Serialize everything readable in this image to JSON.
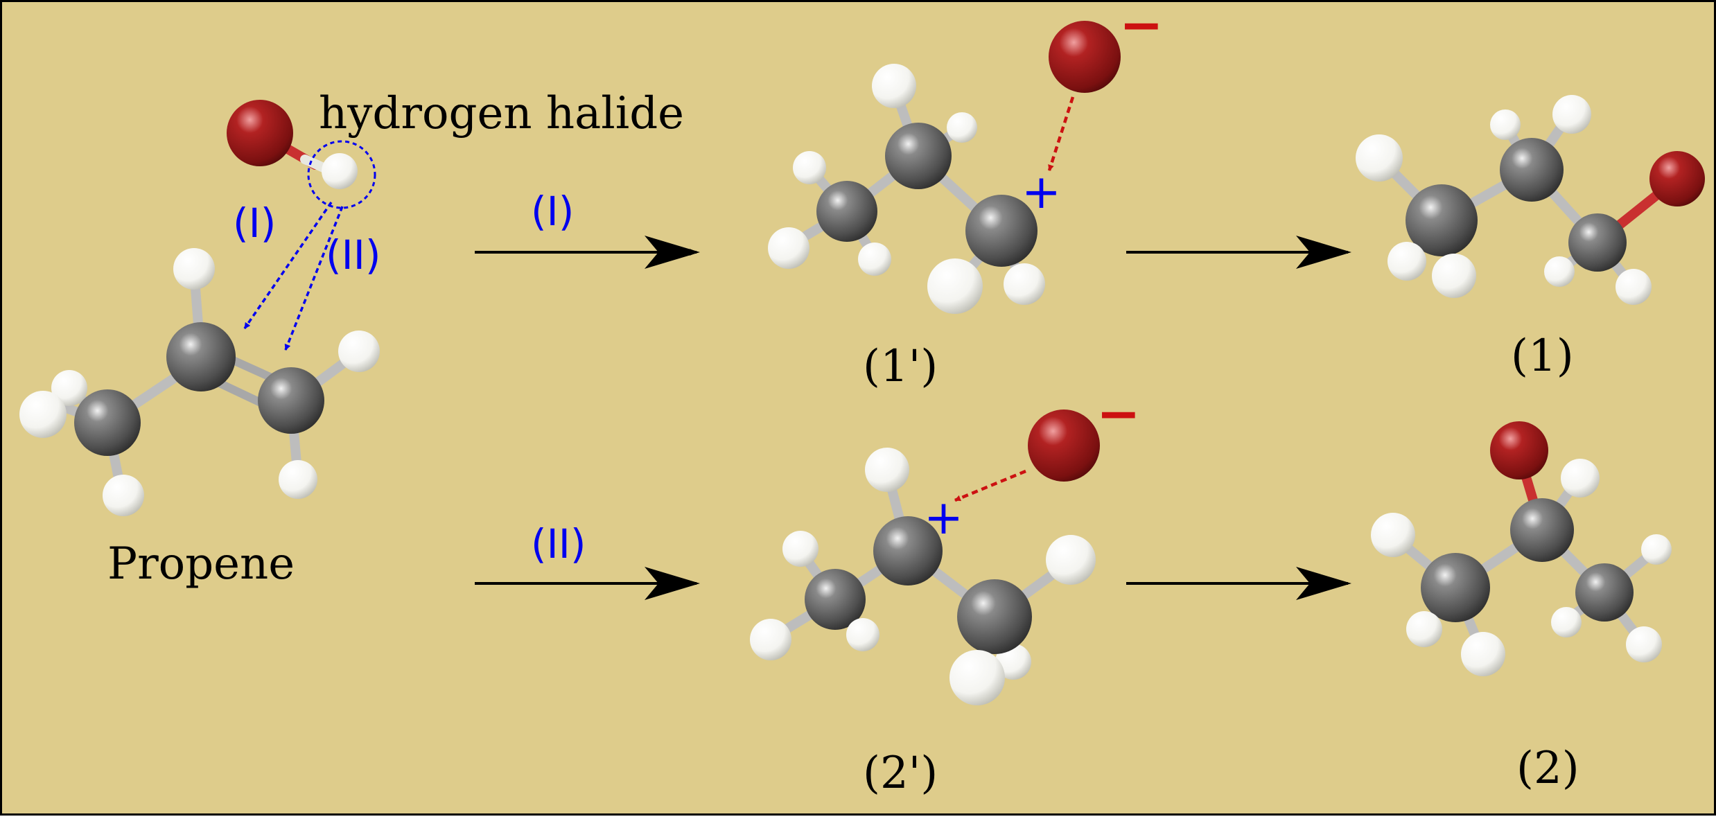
{
  "labels": {
    "reagent": "hydrogen halide",
    "reactant": "Propene",
    "attack_one": "(I)",
    "attack_two": "(II)",
    "arrow_one": "(I)",
    "arrow_two": "(II)",
    "intermediate_one": "(1')",
    "intermediate_two": "(2')",
    "product_one": "(1)",
    "product_two": "(2)"
  },
  "symbols": {
    "cation_charge": "+",
    "anion_charge": "−"
  },
  "colors": {
    "background": "#decc8b",
    "border": "#000000",
    "carbon": "#6f6f6f",
    "hydrogen": "#ffffff",
    "halogen": "#b22222",
    "path_blue": "#0000ee",
    "attack_red": "#cc1111",
    "arrow_black": "#000000"
  }
}
